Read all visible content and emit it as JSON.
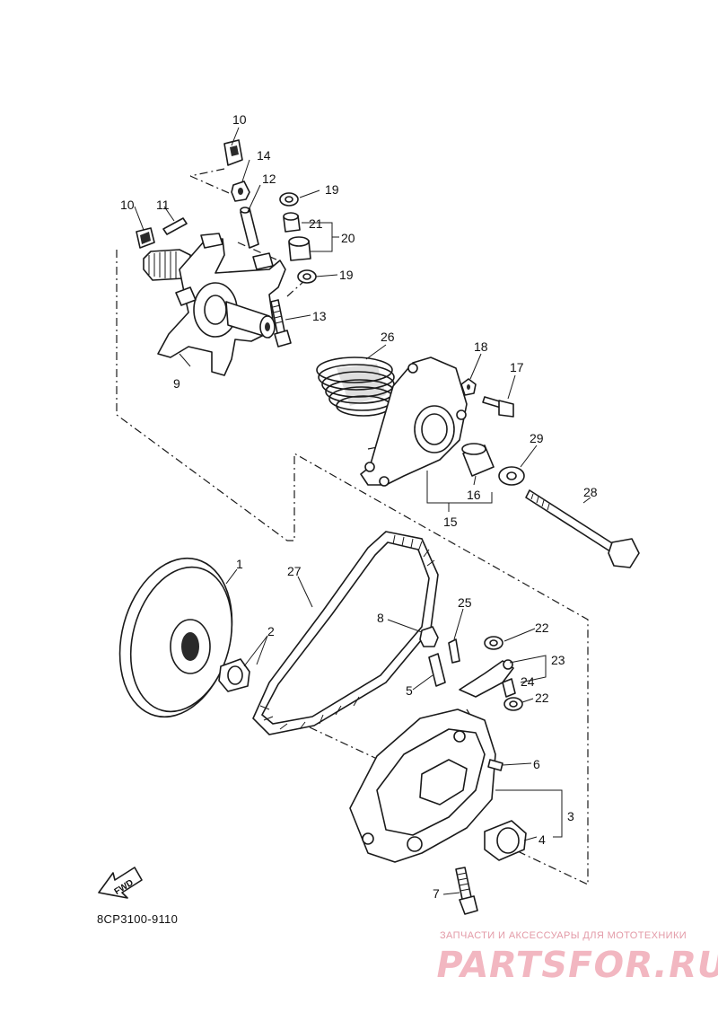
{
  "diagram": {
    "drawing_code": "8CP3100-9110",
    "fwd_label": "FWD",
    "watermark": {
      "tagline": "ЗАПЧАСТИ И АКСЕССУАРЫ ДЛЯ МОТОТЕХНИКИ",
      "logo": "PARTSFOR.RU"
    },
    "callouts": {
      "c1": "1",
      "c2": "2",
      "c3": "3",
      "c4": "4",
      "c5": "5",
      "c6": "6",
      "c7": "7",
      "c8": "8",
      "c9": "9",
      "c10a": "10",
      "c10b": "10",
      "c11": "11",
      "c12": "12",
      "c13": "13",
      "c14": "14",
      "c15": "15",
      "c16": "16",
      "c17": "17",
      "c18": "18",
      "c19a": "19",
      "c19b": "19",
      "c20": "20",
      "c21": "21",
      "c22a": "22",
      "c22b": "22",
      "c23": "23",
      "c24": "24",
      "c25": "25",
      "c26": "26",
      "c27": "27",
      "c28": "28",
      "c29": "29"
    }
  }
}
